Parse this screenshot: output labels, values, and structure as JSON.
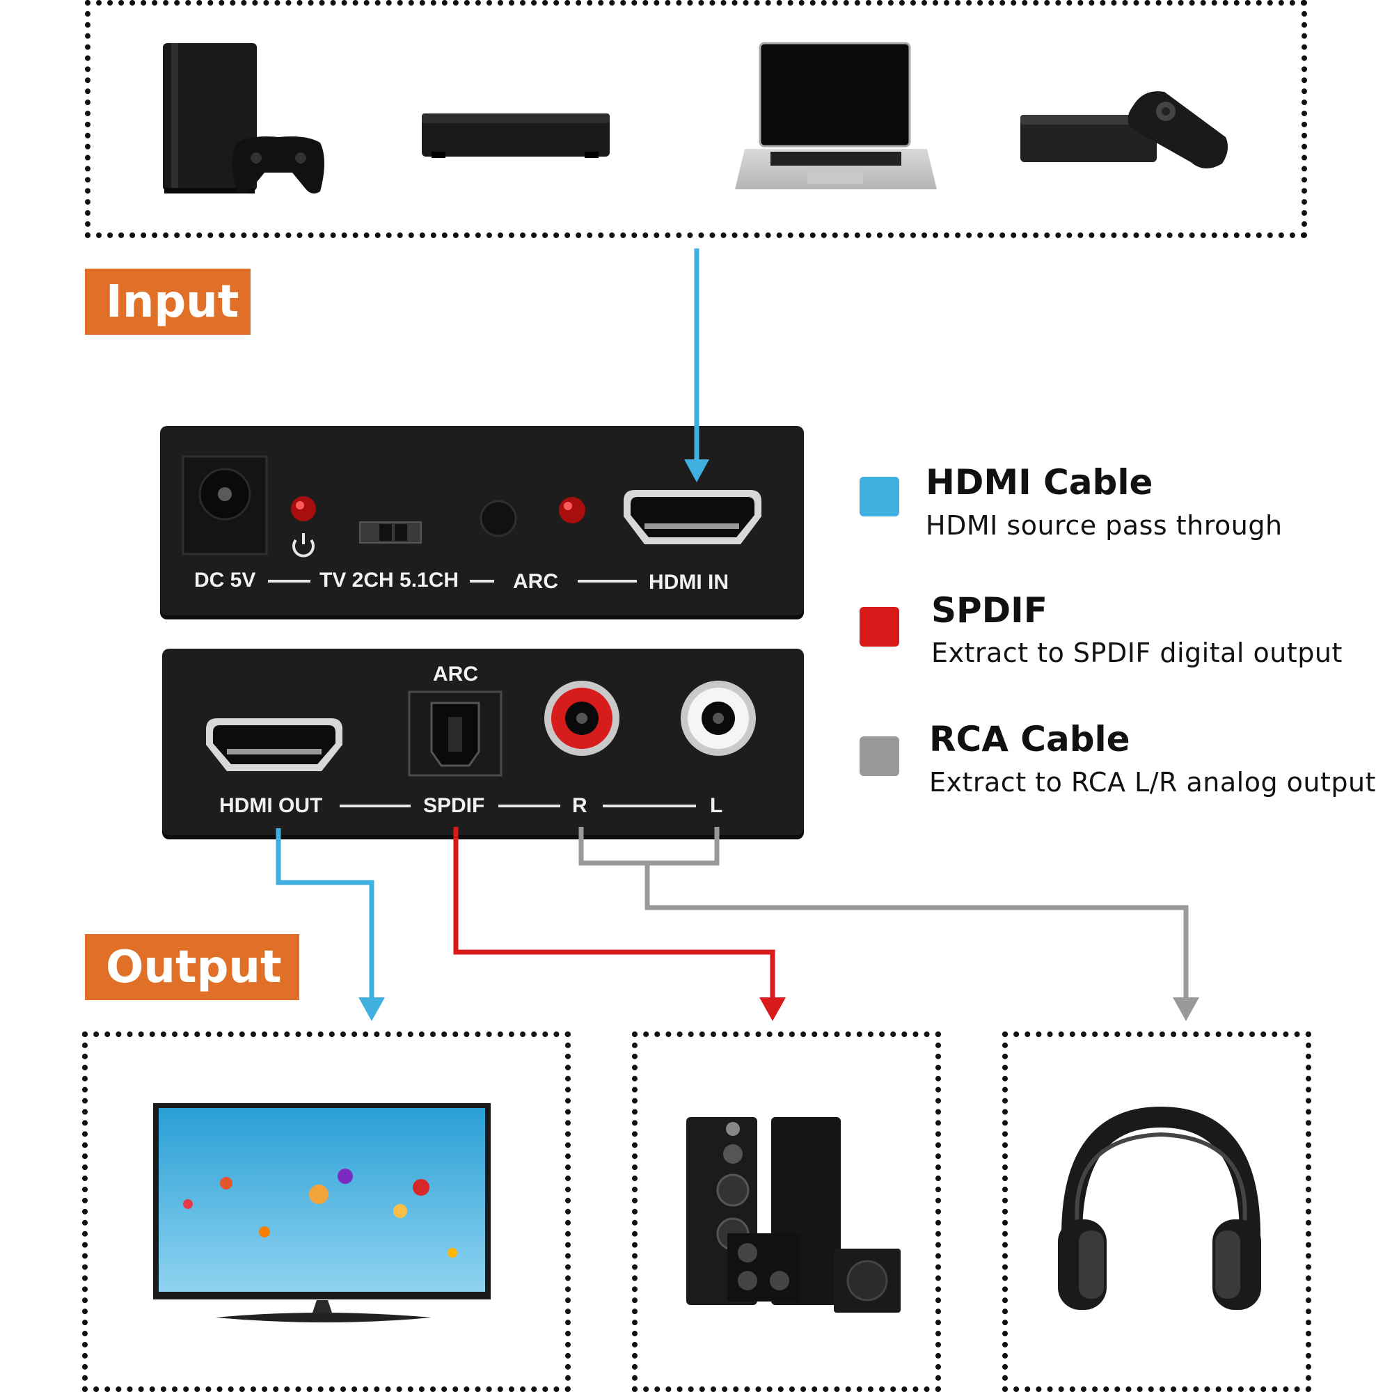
{
  "labels": {
    "input": "Input",
    "output": "Output"
  },
  "legend": [
    {
      "title": "HDMI Cable",
      "description": "HDMI source pass through",
      "color": "#3fb0e0"
    },
    {
      "title": "SPDIF",
      "description": "Extract to SPDIF digital output",
      "color": "#d91a1a"
    },
    {
      "title": "RCA Cable",
      "description": "Extract to RCA L/R analog output",
      "color": "#999999"
    }
  ],
  "input_devices": [
    "game-console-icon",
    "media-player-icon",
    "laptop-icon",
    "streaming-box-icon"
  ],
  "output_devices": [
    "tv-icon",
    "speaker-system-icon",
    "headphones-icon"
  ],
  "front_panel": {
    "labels": {
      "dc": "DC 5V",
      "mode": "TV 2CH 5.1CH",
      "arc": "ARC",
      "hdmi_in": "HDMI IN"
    }
  },
  "rear_panel": {
    "labels": {
      "arc": "ARC",
      "hdmi_out": "HDMI OUT",
      "spdif": "SPDIF",
      "r": "R",
      "l": "L"
    }
  },
  "colors": {
    "accent": "#e07028",
    "hdmi": "#3fb0e0",
    "spdif": "#d91a1a",
    "rca": "#999999"
  }
}
